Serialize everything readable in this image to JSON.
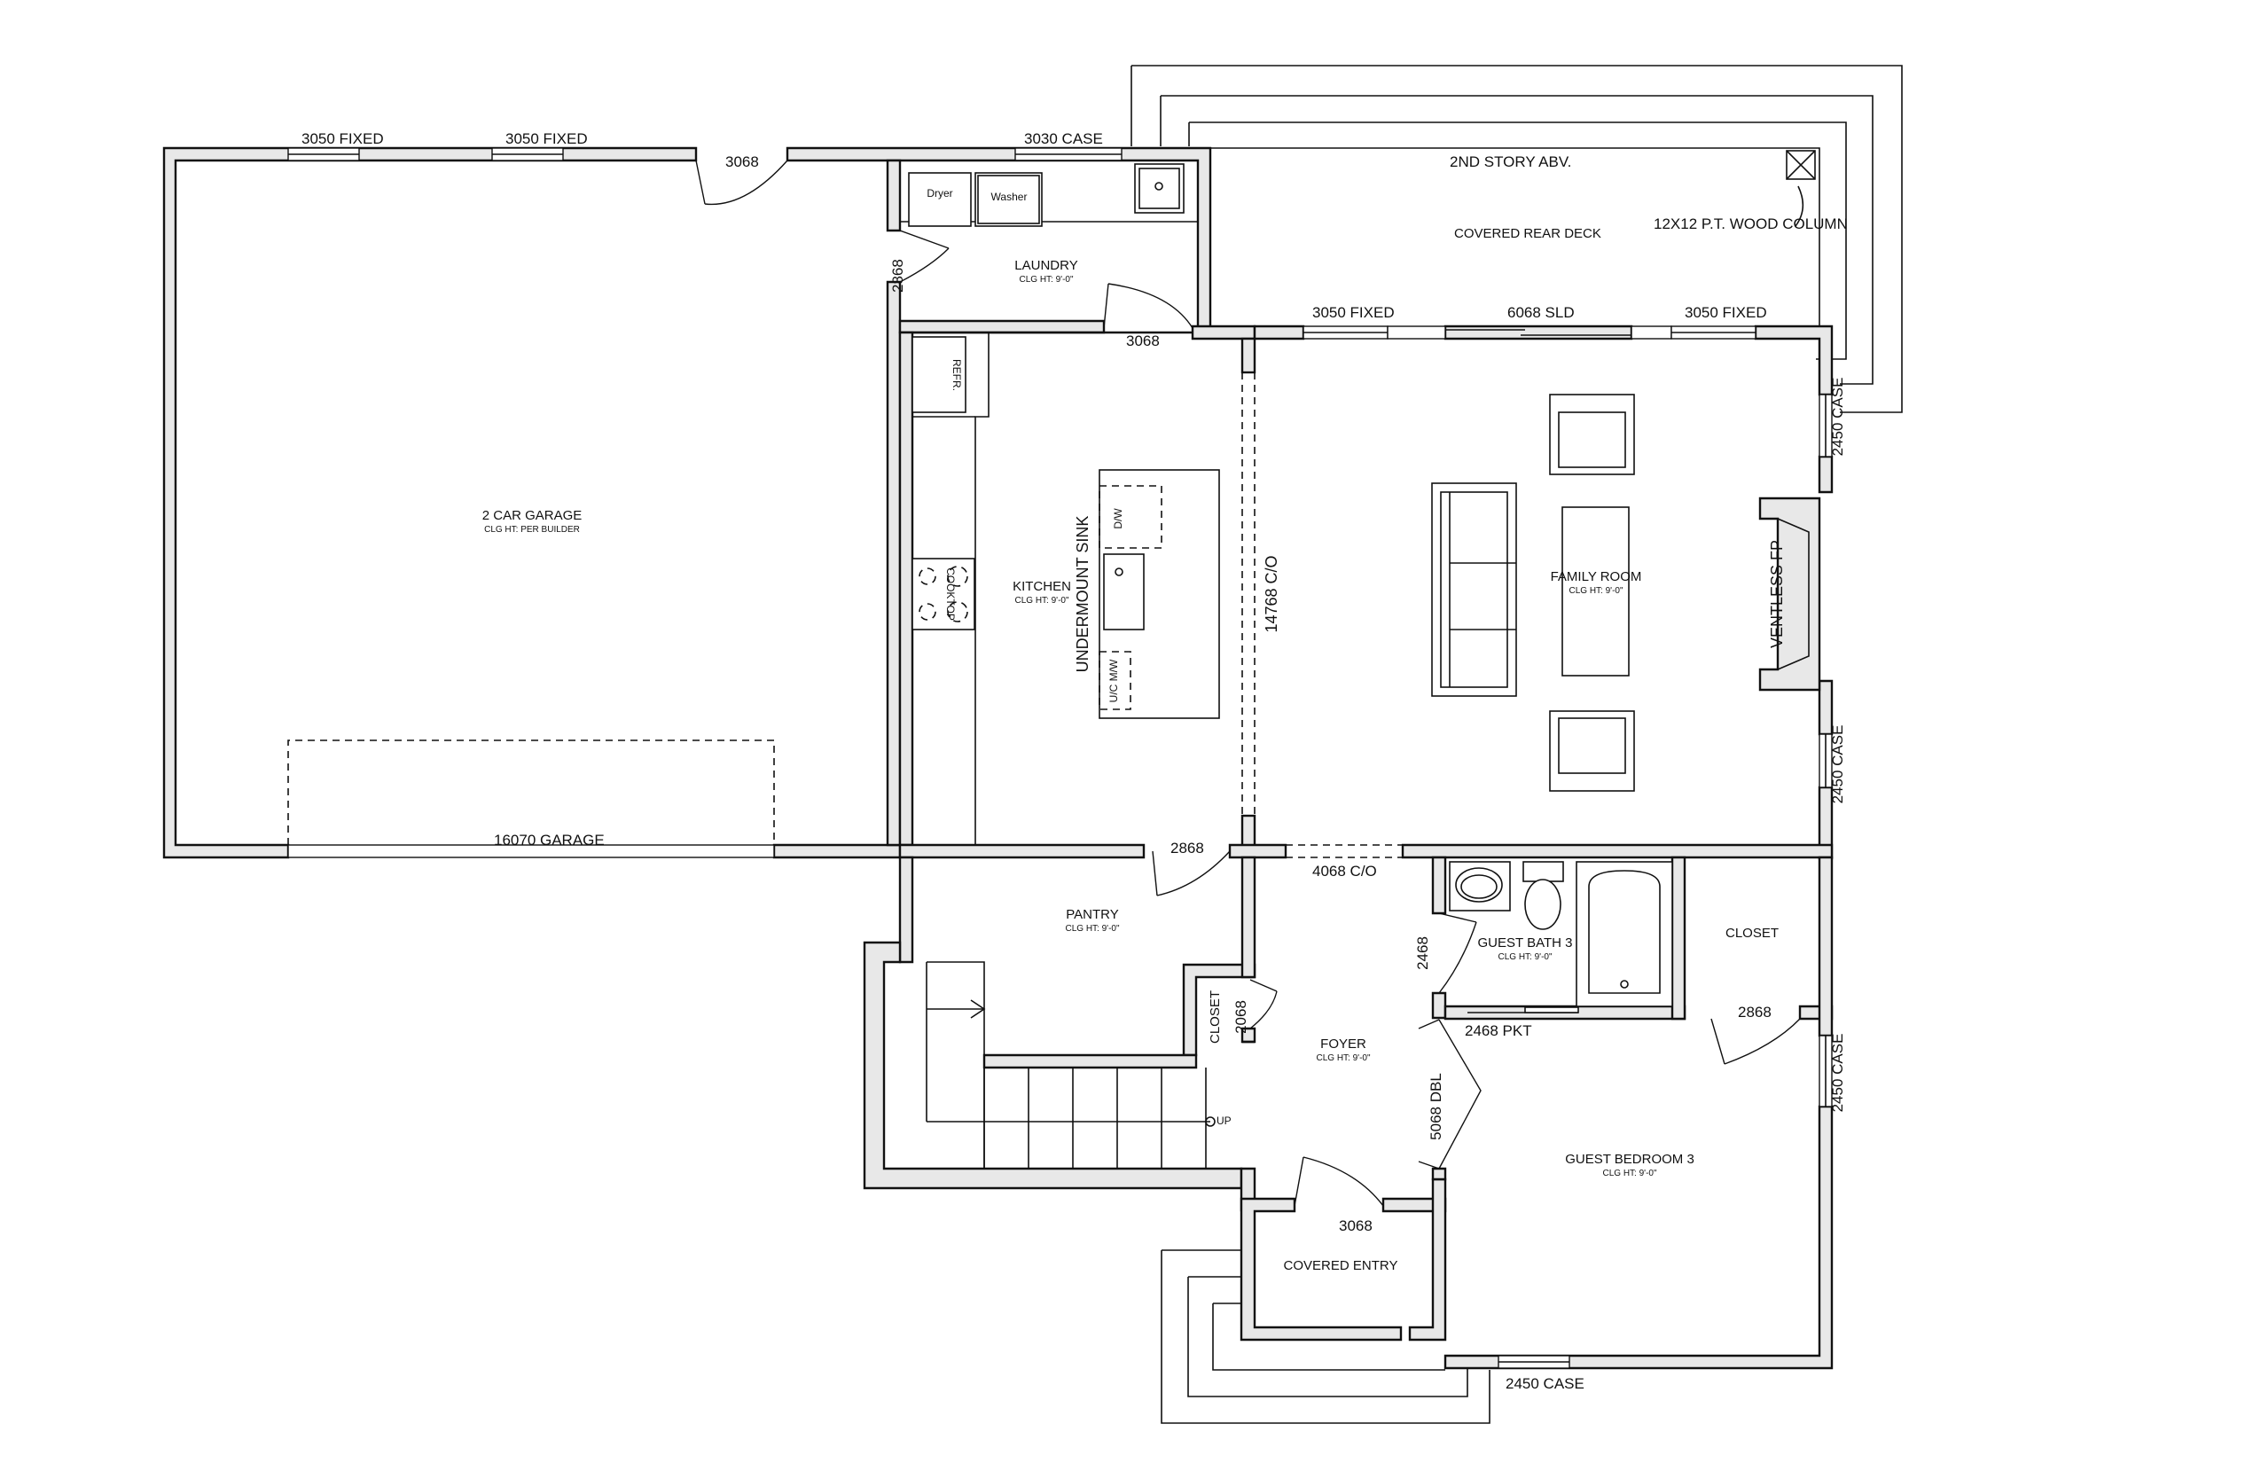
{
  "plan": {
    "rooms": {
      "garage": {
        "name": "2 CAR GARAGE",
        "clg": "CLG HT: PER BUILDER"
      },
      "laundry": {
        "name": "LAUNDRY",
        "clg": "CLG HT: 9'-0\""
      },
      "kitchen": {
        "name": "KITCHEN",
        "clg": "CLG HT: 9'-0\""
      },
      "family": {
        "name": "FAMILY ROOM",
        "clg": "CLG HT: 9'-0\""
      },
      "pantry": {
        "name": "PANTRY",
        "clg": "CLG HT: 9'-0\""
      },
      "foyer": {
        "name": "FOYER",
        "clg": "CLG HT: 9'-0\""
      },
      "guest_bath": {
        "name": "GUEST BATH 3",
        "clg": "CLG HT: 9'-0\""
      },
      "guest_bedroom": {
        "name": "GUEST BEDROOM 3",
        "clg": "CLG HT: 9'-0\""
      },
      "closet_bath": {
        "name": "CLOSET"
      },
      "closet_foyer": {
        "name": "CLOSET"
      },
      "covered_entry": {
        "name": "COVERED ENTRY"
      },
      "covered_deck": {
        "name": "COVERED REAR DECK"
      }
    },
    "notes": {
      "second_story": "2ND STORY ABV.",
      "column": "12X12 P.T. WOOD COLUMN",
      "sink": "UNDERMOUNT SINK",
      "fireplace": "VENTLESS FP",
      "stair_up": "UP"
    },
    "appliances": {
      "dryer": "Dryer",
      "washer": "Washer",
      "refr": "REFR.",
      "dw": "D/W",
      "mw": "U/C M/W",
      "cooktop": "COOKTOP"
    },
    "openings": {
      "garage_win_1": "3050 FIXED",
      "garage_win_2": "3050 FIXED",
      "garage_door_3068": "3068",
      "laundry_win": "3030 CASE",
      "laundry_door_2868": "2868",
      "kitchen_door_3068": "3068",
      "deck_win_1": "3050 FIXED",
      "deck_sld": "6068 SLD",
      "deck_win_2": "3050 FIXED",
      "family_case_1": "2450 CASE",
      "family_case_2": "2450 CASE",
      "kitchen_co": "14768 C/O",
      "garage_door": "16070 GARAGE",
      "pantry_door": "2868",
      "foyer_co": "4068 C/O",
      "bath_door": "2468",
      "pkt_door": "2468 PKT",
      "bed_closet_door": "2868",
      "bed_case_right": "2450 CASE",
      "dbl_door": "5068 DBL",
      "closet_door": "2068",
      "entry_door": "3068",
      "bed_case_bottom": "2450 CASE"
    }
  }
}
